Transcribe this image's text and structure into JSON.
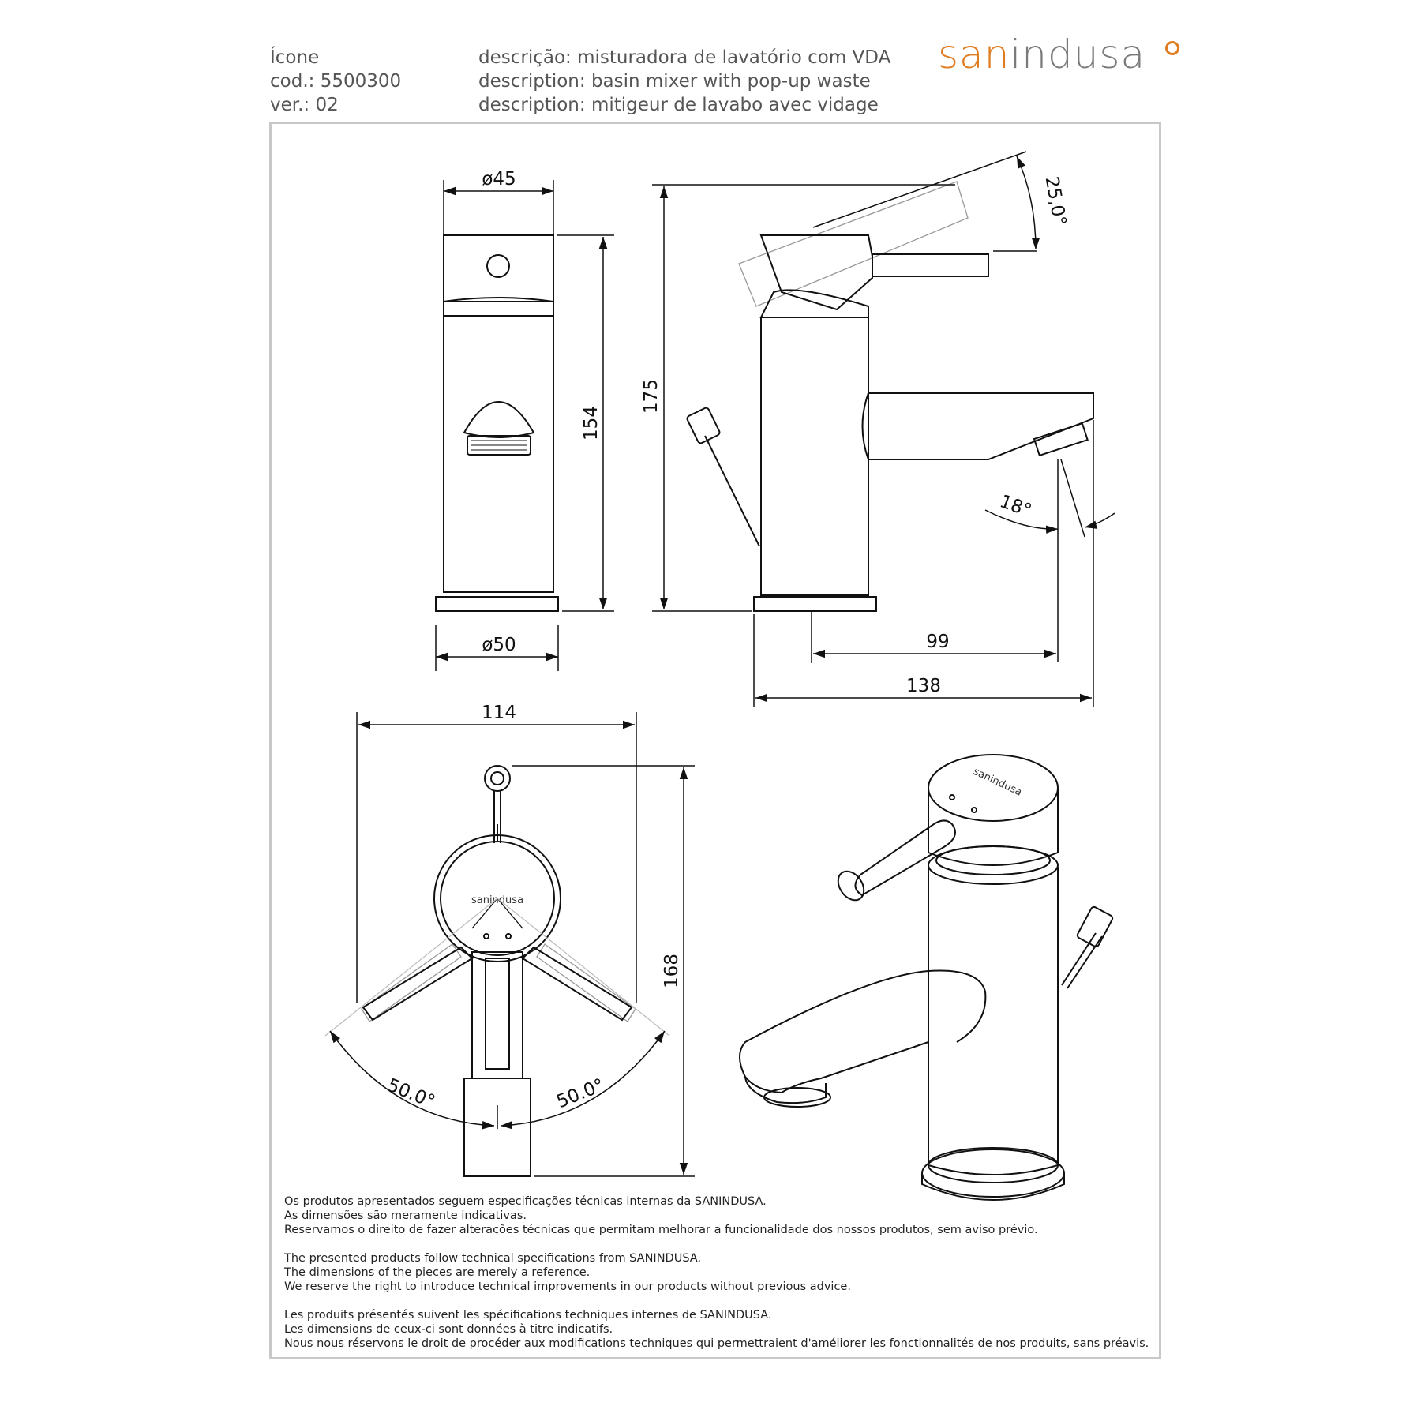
{
  "header": {
    "product_name": "Ícone",
    "code": "cod.: 5500300",
    "version": "ver.: 02",
    "desc_pt": "descrição: misturadora de lavatório com VDA",
    "desc_en": "description: basin mixer with pop-up waste",
    "desc_fr": "description: mitigeur de lavabo avec vidage"
  },
  "logo": {
    "part1": "san",
    "part2": "indusa",
    "accent_color": "#e07b1f",
    "text_color": "#7a7a7a"
  },
  "dimensions": {
    "d45": "ø45",
    "d50": "ø50",
    "h154": "154",
    "h175": "175",
    "angle25": "25,0°",
    "angle18": "18°",
    "w99": "99",
    "w138": "138",
    "w114": "114",
    "h168": "168",
    "angle50_left": "50.0°",
    "angle50_right": "50.0°"
  },
  "brand_mark": "sanindusa",
  "notes": {
    "pt": [
      "Os produtos apresentados seguem especificações técnicas internas da SANINDUSA.",
      "As dimensões são meramente indicativas.",
      "Reservamos o direito de fazer alterações técnicas que permitam melhorar a funcionalidade dos nossos produtos, sem aviso prévio."
    ],
    "en": [
      "The presented products follow technical specifications from SANINDUSA.",
      "The dimensions of the pieces are merely a reference.",
      "We reserve the right to introduce technical improvements in our products without previous advice."
    ],
    "fr": [
      "Les produits présentés suivent les spécifications techniques internes de SANINDUSA.",
      "Les dimensions de ceux-ci sont données à titre indicatifs.",
      "Nous nous réservons le droit de procéder aux modifications techniques qui permettraient d'améliorer les fonctionnalités de nos produits, sans préavis."
    ]
  }
}
